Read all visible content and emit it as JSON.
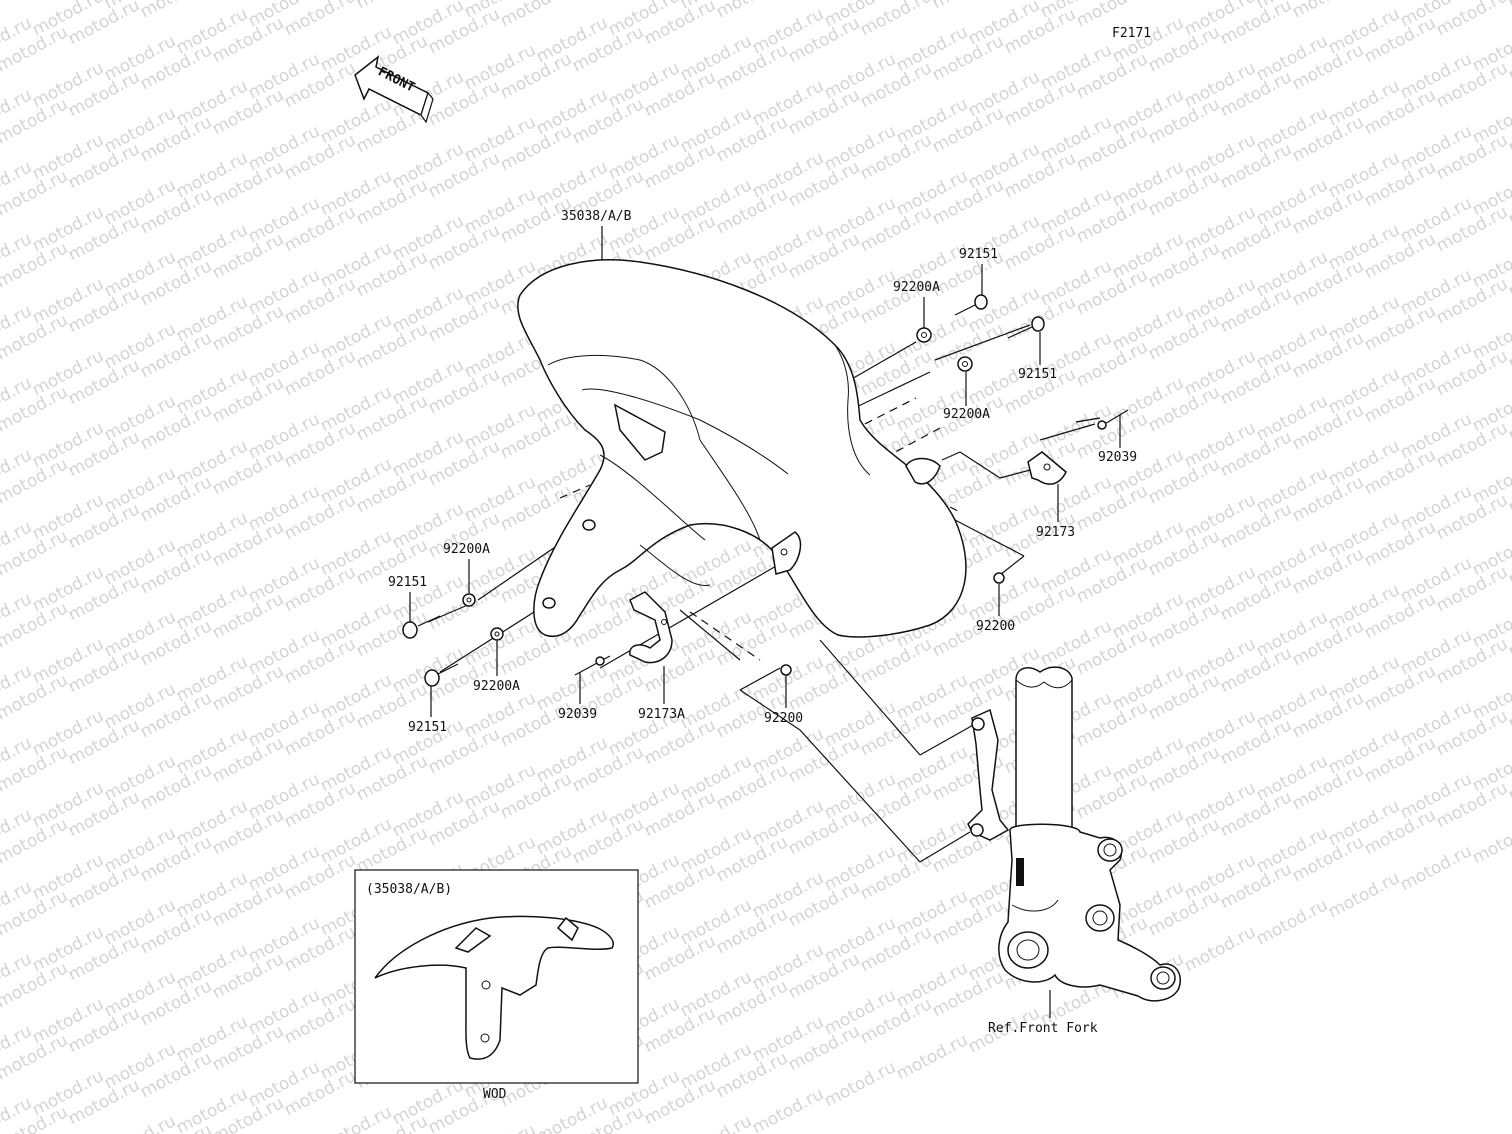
{
  "figure_code": "F2171",
  "front_label": "FRONT",
  "watermark": "motod.ru",
  "callouts": {
    "fender": "35038/A/B",
    "bolt_top": "92151",
    "washer_top": "92200A",
    "bolt_right": "92151",
    "washer_right": "92200A",
    "pin_right": "92039",
    "clamp_right": "92173",
    "nut_right": "92200",
    "washer_left_top": "92200A",
    "bolt_left_top": "92151",
    "washer_left_bottom": "92200A",
    "bolt_left_bottom": "92151",
    "pin_left": "92039",
    "clamp_left": "92173A",
    "nut_center": "92200",
    "fork_ref": "Ref.Front Fork"
  },
  "inset": {
    "title": "(35038/A/B)",
    "caption": "WOD"
  }
}
